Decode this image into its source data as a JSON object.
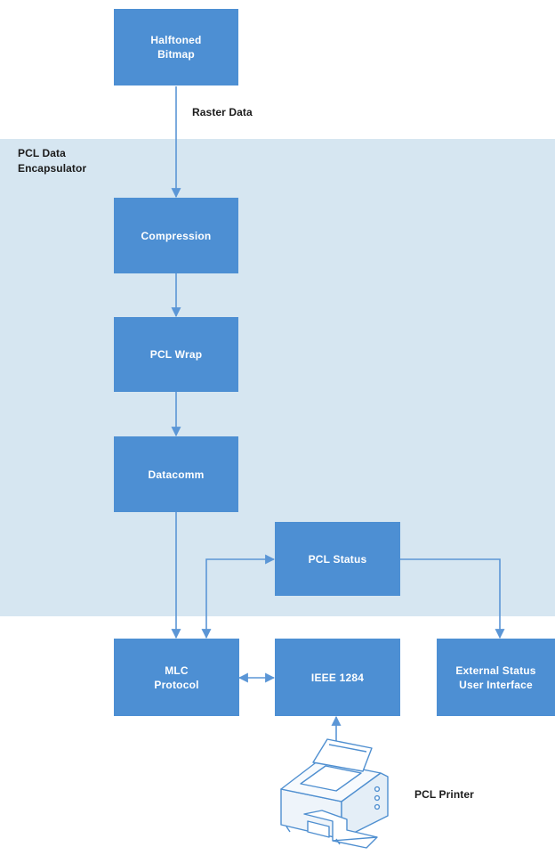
{
  "colors": {
    "region_fill": "#d6e6f1",
    "box_fill": "#4d8fd3",
    "connector": "#5b96d6",
    "text_dark": "#1b1b1b"
  },
  "region": {
    "label_line1": "PCL Data",
    "label_line2": "Encapsulator"
  },
  "labels": {
    "raster_data": "Raster Data",
    "pcl_printer": "PCL Printer"
  },
  "boxes": {
    "halftoned_bitmap": {
      "line1": "Halftoned",
      "line2": "Bitmap"
    },
    "compression": {
      "line1": "Compression"
    },
    "pcl_wrap": {
      "line1": "PCL Wrap"
    },
    "datacomm": {
      "line1": "Datacomm"
    },
    "pcl_status": {
      "line1": "PCL Status"
    },
    "mlc_protocol": {
      "line1": "MLC",
      "line2": "Protocol"
    },
    "ieee_1284": {
      "line1": "IEEE 1284"
    },
    "external_status": {
      "line1": "External Status",
      "line2": "User Interface"
    }
  },
  "icons": {
    "printer": "printer-icon"
  }
}
